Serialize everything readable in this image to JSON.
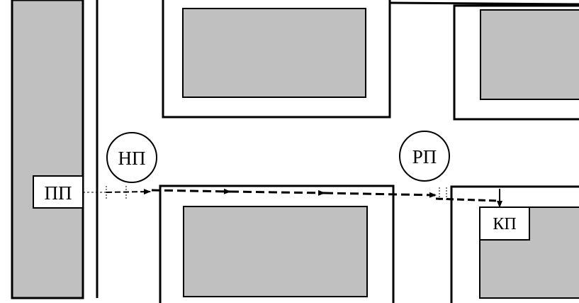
{
  "labels": {
    "start_point": "ПП",
    "initial_point": "НП",
    "release_point": "РП",
    "end_point": "КП"
  },
  "colors": {
    "block_fill": "#c0c0c0",
    "line": "#000000",
    "background": "#ffffff"
  }
}
